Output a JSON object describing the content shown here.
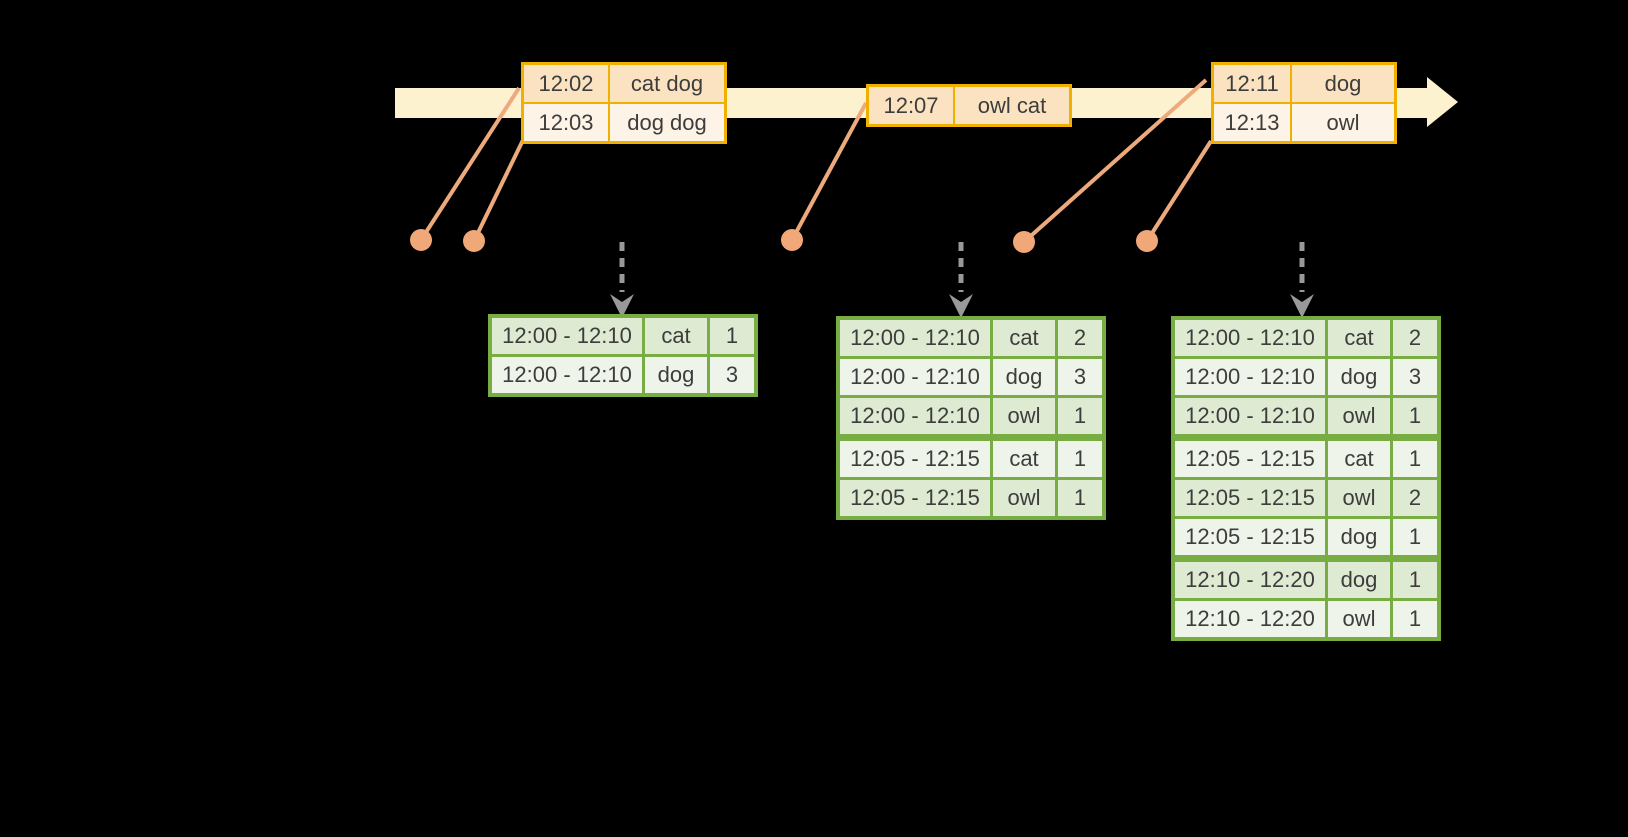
{
  "diagram": {
    "colors": {
      "background": "#000000",
      "timeline_fill": "#fdf2cf",
      "event_border": "#f0b000",
      "event_row_dark": "#fbe2c1",
      "event_row_light": "#fdf3e6",
      "connector": "#edaa7d",
      "dot": "#f0a878",
      "trigger_arrow": "#999999",
      "result_border": "#77ad43",
      "result_row_dark": "#dfead2",
      "result_row_light": "#eff4ea",
      "text": "#3d3d3d"
    },
    "event_tables": [
      {
        "rows": [
          {
            "time": "12:02",
            "words": "cat dog"
          },
          {
            "time": "12:03",
            "words": "dog dog"
          }
        ]
      },
      {
        "rows": [
          {
            "time": "12:07",
            "words": "owl cat"
          }
        ]
      },
      {
        "rows": [
          {
            "time": "12:11",
            "words": "dog"
          },
          {
            "time": "12:13",
            "words": "owl"
          }
        ]
      }
    ],
    "result_tables": [
      {
        "rows": [
          [
            "12:00 - 12:10",
            "cat",
            "1"
          ],
          [
            "12:00 - 12:10",
            "dog",
            "3"
          ]
        ]
      },
      {
        "rows": [
          [
            "12:00 - 12:10",
            "cat",
            "2"
          ],
          [
            "12:00 - 12:10",
            "dog",
            "3"
          ],
          [
            "12:00 - 12:10",
            "owl",
            "1"
          ],
          [
            "12:05 - 12:15",
            "cat",
            "1"
          ],
          [
            "12:05 - 12:15",
            "owl",
            "1"
          ]
        ]
      },
      {
        "rows": [
          [
            "12:00 - 12:10",
            "cat",
            "2"
          ],
          [
            "12:00 - 12:10",
            "dog",
            "3"
          ],
          [
            "12:00 - 12:10",
            "owl",
            "1"
          ],
          [
            "12:05 - 12:15",
            "cat",
            "1"
          ],
          [
            "12:05 - 12:15",
            "owl",
            "2"
          ],
          [
            "12:05 - 12:15",
            "dog",
            "1"
          ],
          [
            "12:10 - 12:20",
            "dog",
            "1"
          ],
          [
            "12:10 - 12:20",
            "owl",
            "1"
          ]
        ]
      }
    ]
  }
}
